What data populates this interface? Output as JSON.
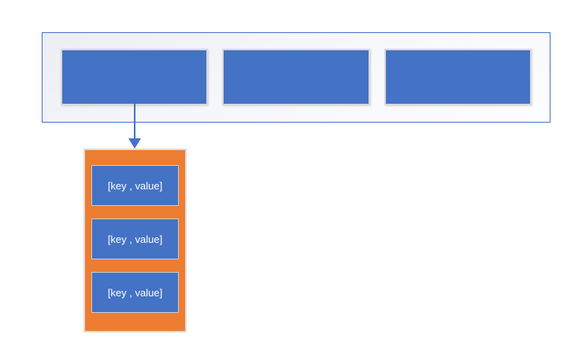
{
  "diagram": {
    "type": "hashmap-bucket-structure",
    "colors": {
      "shape_blue": "#4472C4",
      "bucket_orange": "#ED7D31",
      "container_border": "#4472C4",
      "cell_border": "#D8D8DD",
      "entry_border": "#C6CDDA",
      "entry_text": "#FFFFFF",
      "background": "#FFFFFF"
    },
    "bucket_array": {
      "cells": [
        {
          "label": ""
        },
        {
          "label": ""
        },
        {
          "label": ""
        }
      ]
    },
    "connector": {
      "icon": "down-arrow-icon",
      "from": "bucket-cell-1",
      "to": "entry-list"
    },
    "entry_list": {
      "entries": [
        {
          "label": "[key , value]"
        },
        {
          "label": "[key , value]"
        },
        {
          "label": "[key , value]"
        }
      ]
    }
  }
}
